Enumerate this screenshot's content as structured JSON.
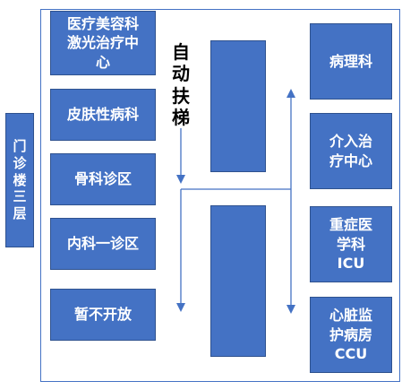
{
  "floor_label": "门\n诊\n楼\n三\n层",
  "escalator_label": "自动扶梯",
  "rooms_left": [
    {
      "label": "医疗美容科\n激光治疗中\n心"
    },
    {
      "label": "皮肤性病科"
    },
    {
      "label": "骨科诊区"
    },
    {
      "label": "内科一诊区"
    },
    {
      "label": "暂不开放"
    }
  ],
  "rooms_right": [
    {
      "label": "病理科"
    },
    {
      "label": "介入治\n疗中心"
    },
    {
      "label": "重症医\n学科\nICU"
    },
    {
      "label": "心脏监\n护病房\nCCU"
    }
  ],
  "colors": {
    "block_fill": "#4472c4",
    "block_border": "#2f528f",
    "frame": "#4472c4",
    "text_light": "#ffffff",
    "text_dark": "#000000"
  }
}
